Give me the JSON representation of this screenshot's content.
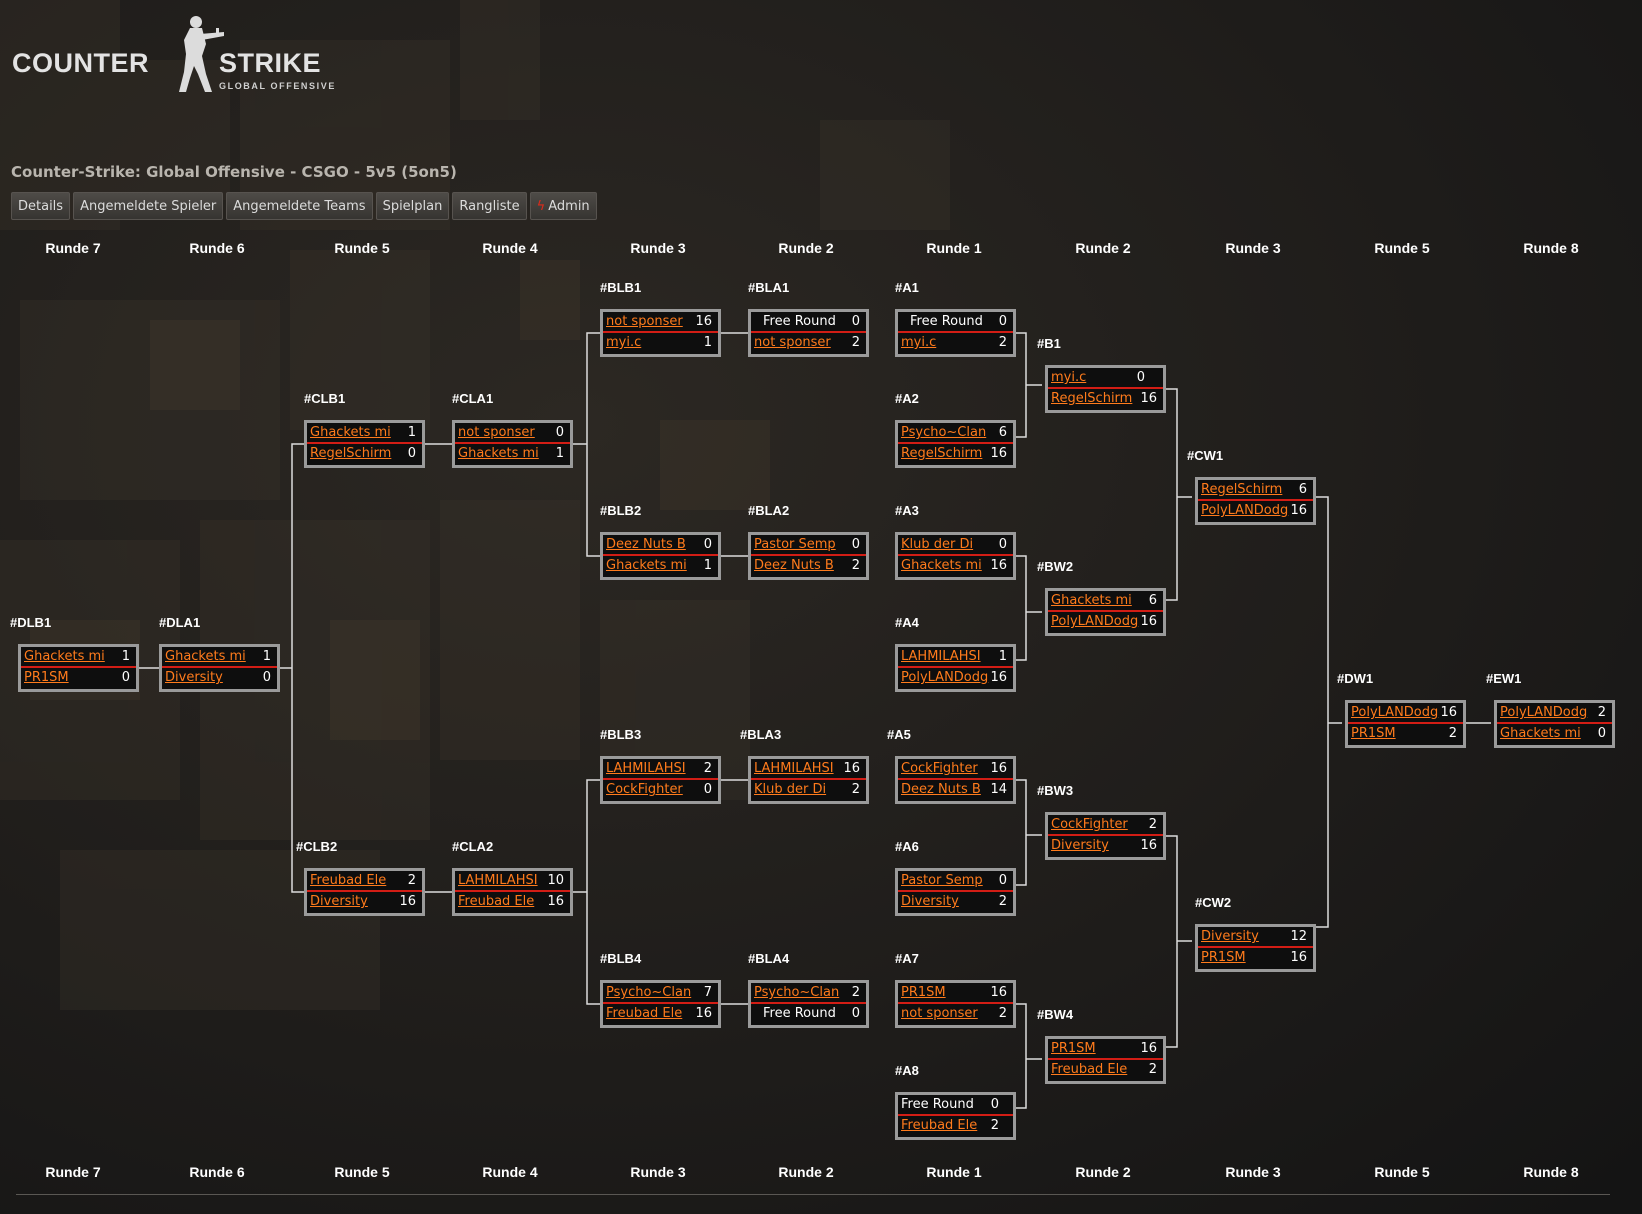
{
  "header": {
    "logo_word_left": "COUNTER",
    "logo_word_right": "STRIKE",
    "logo_subtitle": "GLOBAL OFFENSIVE",
    "title": "Counter-Strike: Global Offensive - CSGO - 5v5 (5on5)"
  },
  "colors": {
    "background": "#1a1917",
    "team_link": "#ff7b1c",
    "row_divider": "#d21d15",
    "match_border": "#9a9a9a",
    "connector": "#dcdcdc"
  },
  "nav": [
    {
      "label": "Details",
      "icon": ""
    },
    {
      "label": "Angemeldete Spieler",
      "icon": ""
    },
    {
      "label": "Angemeldete Teams",
      "icon": ""
    },
    {
      "label": "Spielplan",
      "icon": ""
    },
    {
      "label": "Rangliste",
      "icon": ""
    },
    {
      "label": "Admin",
      "icon": "lightning-bolt-icon"
    }
  ],
  "round_labels": [
    "Runde 7",
    "Runde 6",
    "Runde 5",
    "Runde 4",
    "Runde 3",
    "Runde 2",
    "Runde 1",
    "Runde 2",
    "Runde 3",
    "Runde 5",
    "Runde 8"
  ],
  "matches": [
    {
      "id": "#DLB1",
      "teams": [
        {
          "name": "Ghackets mi",
          "score": "1",
          "link": true
        },
        {
          "name": "PR1SM",
          "score": "0",
          "link": true
        }
      ]
    },
    {
      "id": "#DLA1",
      "teams": [
        {
          "name": "Ghackets mi",
          "score": "1",
          "link": true
        },
        {
          "name": "Diversity",
          "score": "0",
          "link": true
        }
      ]
    },
    {
      "id": "#CLB1",
      "teams": [
        {
          "name": "Ghackets mi",
          "score": "1",
          "link": true
        },
        {
          "name": "RegelSchirm",
          "score": "0",
          "link": true
        }
      ]
    },
    {
      "id": "#CLB2",
      "teams": [
        {
          "name": "Freubad Ele",
          "score": "2",
          "link": true
        },
        {
          "name": "Diversity",
          "score": "16",
          "link": true
        }
      ]
    },
    {
      "id": "#CLA1",
      "teams": [
        {
          "name": "not sponser",
          "score": "0",
          "link": true
        },
        {
          "name": "Ghackets mi",
          "score": "1",
          "link": true
        }
      ]
    },
    {
      "id": "#CLA2",
      "teams": [
        {
          "name": "LAHMILAHSI",
          "score": "10",
          "link": true
        },
        {
          "name": "Freubad Ele",
          "score": "16",
          "link": true
        }
      ]
    },
    {
      "id": "#BLB1",
      "teams": [
        {
          "name": "not sponser",
          "score": "16",
          "link": true
        },
        {
          "name": "myi.c",
          "score": "1",
          "link": true
        }
      ]
    },
    {
      "id": "#BLB2",
      "teams": [
        {
          "name": "Deez Nuts B",
          "score": "0",
          "link": true
        },
        {
          "name": "Ghackets mi",
          "score": "1",
          "link": true
        }
      ]
    },
    {
      "id": "#BLB3",
      "teams": [
        {
          "name": "LAHMILAHSI",
          "score": "2",
          "link": true
        },
        {
          "name": "CockFighter",
          "score": "0",
          "link": true
        }
      ]
    },
    {
      "id": "#BLB4",
      "teams": [
        {
          "name": "Psycho~Clan",
          "score": "7",
          "link": true
        },
        {
          "name": "Freubad Ele",
          "score": "16",
          "link": true
        }
      ]
    },
    {
      "id": "#BLA1",
      "teams": [
        {
          "name": "Free Round",
          "score": "0",
          "link": false
        },
        {
          "name": "not sponser",
          "score": "2",
          "link": true
        }
      ]
    },
    {
      "id": "#BLA2",
      "teams": [
        {
          "name": "Pastor Semp",
          "score": "0",
          "link": true
        },
        {
          "name": "Deez Nuts B",
          "score": "2",
          "link": true
        }
      ]
    },
    {
      "id": "#BLA3",
      "teams": [
        {
          "name": "LAHMILAHSI",
          "score": "16",
          "link": true
        },
        {
          "name": "Klub der Di",
          "score": "2",
          "link": true
        }
      ]
    },
    {
      "id": "#BLA4",
      "teams": [
        {
          "name": "Psycho~Clan",
          "score": "2",
          "link": true
        },
        {
          "name": "Free Round",
          "score": "0",
          "link": false
        }
      ]
    },
    {
      "id": "#A1",
      "teams": [
        {
          "name": "Free Round",
          "score": "0",
          "link": false
        },
        {
          "name": "myi.c",
          "score": "2",
          "link": true
        }
      ]
    },
    {
      "id": "#A2",
      "teams": [
        {
          "name": "Psycho~Clan",
          "score": "6",
          "link": true
        },
        {
          "name": "RegelSchirm",
          "score": "16",
          "link": true
        }
      ]
    },
    {
      "id": "#A3",
      "teams": [
        {
          "name": "Klub der Di",
          "score": "0",
          "link": true
        },
        {
          "name": "Ghackets mi",
          "score": "16",
          "link": true
        }
      ]
    },
    {
      "id": "#A4",
      "teams": [
        {
          "name": "LAHMILAHSI",
          "score": "1",
          "link": true
        },
        {
          "name": "PolyLANDodg",
          "score": "16",
          "link": true
        }
      ]
    },
    {
      "id": "#A5",
      "teams": [
        {
          "name": "CockFighter",
          "score": "16",
          "link": true
        },
        {
          "name": "Deez Nuts B",
          "score": "14",
          "link": true
        }
      ]
    },
    {
      "id": "#A6",
      "teams": [
        {
          "name": "Pastor Semp",
          "score": "0",
          "link": true
        },
        {
          "name": "Diversity",
          "score": "2",
          "link": true
        }
      ]
    },
    {
      "id": "#A7",
      "teams": [
        {
          "name": "PR1SM",
          "score": "16",
          "link": true
        },
        {
          "name": "not sponser",
          "score": "2",
          "link": true
        }
      ]
    },
    {
      "id": "#A8",
      "teams": [
        {
          "name": "Free Round",
          "score": "0",
          "link": false
        },
        {
          "name": "Freubad Ele",
          "score": "2",
          "link": true
        }
      ]
    },
    {
      "id": "#B1",
      "teams": [
        {
          "name": "myi.c",
          "score": "0",
          "link": true
        },
        {
          "name": "RegelSchirm",
          "score": "16",
          "link": true
        }
      ]
    },
    {
      "id": "#BW2",
      "teams": [
        {
          "name": "Ghackets mi",
          "score": "6",
          "link": true
        },
        {
          "name": "PolyLANDodg",
          "score": "16",
          "link": true
        }
      ]
    },
    {
      "id": "#BW3",
      "teams": [
        {
          "name": "CockFighter",
          "score": "2",
          "link": true
        },
        {
          "name": "Diversity",
          "score": "16",
          "link": true
        }
      ]
    },
    {
      "id": "#BW4",
      "teams": [
        {
          "name": "PR1SM",
          "score": "16",
          "link": true
        },
        {
          "name": "Freubad Ele",
          "score": "2",
          "link": true
        }
      ]
    },
    {
      "id": "#CW1",
      "teams": [
        {
          "name": "RegelSchirm",
          "score": "6",
          "link": true
        },
        {
          "name": "PolyLANDodg",
          "score": "16",
          "link": true
        }
      ]
    },
    {
      "id": "#CW2",
      "teams": [
        {
          "name": "Diversity",
          "score": "12",
          "link": true
        },
        {
          "name": "PR1SM",
          "score": "16",
          "link": true
        }
      ]
    },
    {
      "id": "#DW1",
      "teams": [
        {
          "name": "PolyLANDodg",
          "score": "16",
          "link": true
        },
        {
          "name": "PR1SM",
          "score": "2",
          "link": true
        }
      ]
    },
    {
      "id": "#EW1",
      "teams": [
        {
          "name": "PolyLANDodg",
          "score": "2",
          "link": true
        },
        {
          "name": "Ghackets mi",
          "score": "0",
          "link": true
        }
      ]
    }
  ]
}
